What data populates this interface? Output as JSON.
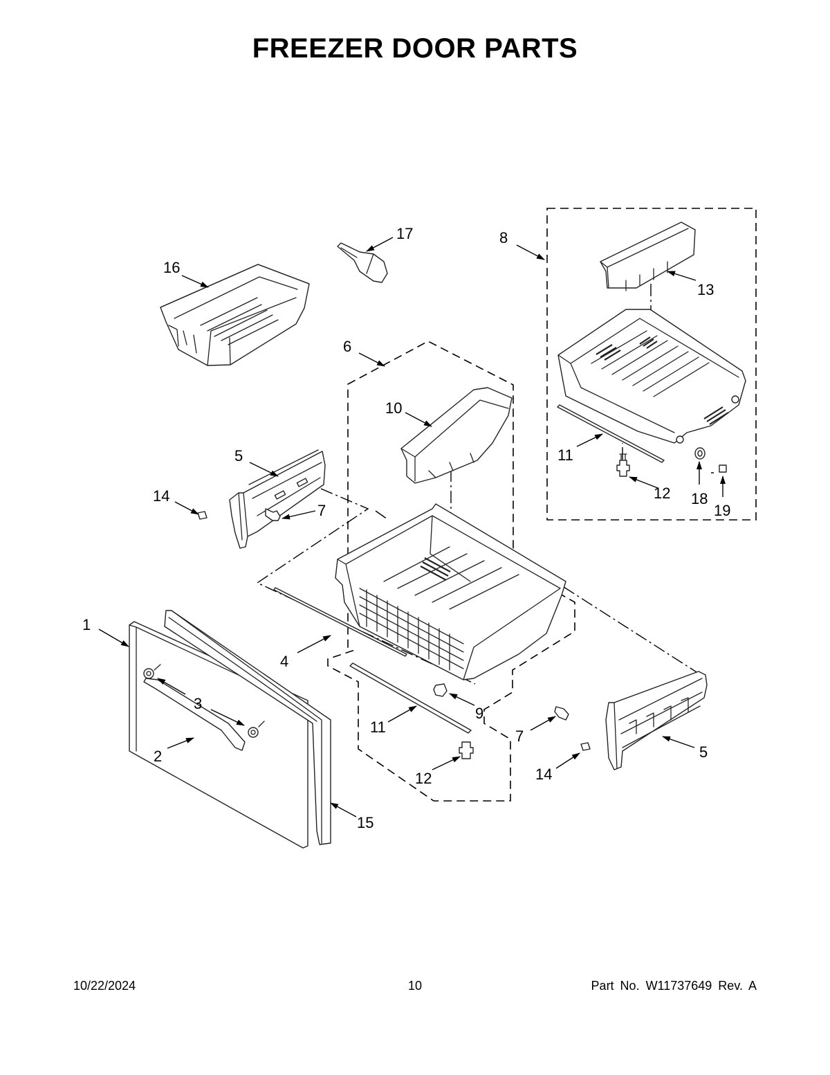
{
  "page": {
    "title": "FREEZER DOOR PARTS"
  },
  "callouts": {
    "c1": "1",
    "c2": "2",
    "c3": "3",
    "c4": "4",
    "c5a": "5",
    "c5b": "5",
    "c6": "6",
    "c7a": "7",
    "c7b": "7",
    "c8": "8",
    "c9": "9",
    "c10": "10",
    "c11a": "11",
    "c11b": "11",
    "c12a": "12",
    "c12b": "12",
    "c13": "13",
    "c14a": "14",
    "c14b": "14",
    "c15": "15",
    "c16": "16",
    "c17": "17",
    "c18": "18",
    "c19": "19"
  },
  "footer": {
    "date": "10/22/2024",
    "page_number": "10",
    "part_number": "Part No.  W11737649  Rev.  A"
  }
}
